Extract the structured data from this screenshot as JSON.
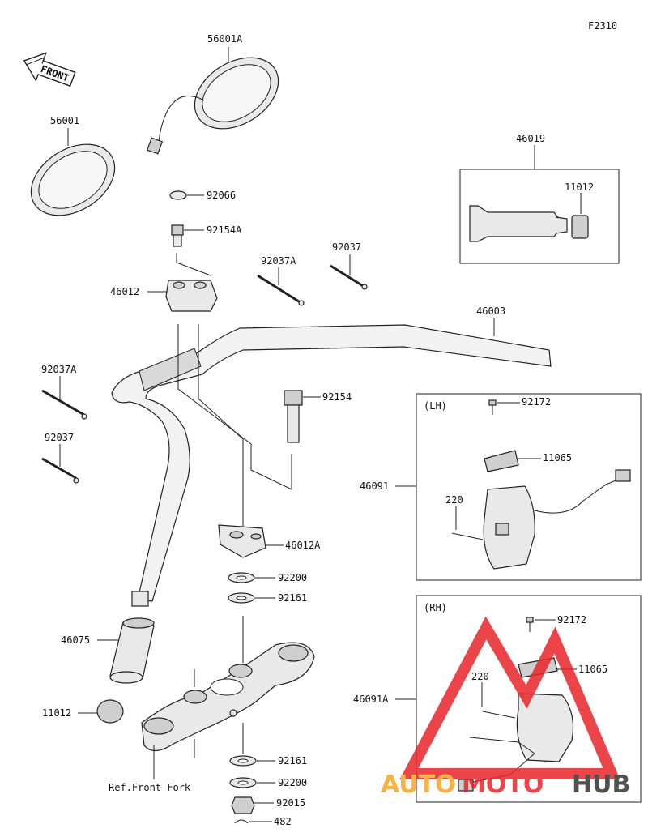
{
  "figure_code": "F2310",
  "front_label": "FRONT",
  "parts": {
    "mirror_left": "56001A",
    "mirror_right": "56001",
    "cap": "92066",
    "bolt_upper": "92154A",
    "holder_upper": "46012",
    "pin_a_upper": "92037A",
    "pin_upper": "92037",
    "handlebar": "46003",
    "pin_a_left": "92037A",
    "pin_left": "92037",
    "bolt_long": "92154",
    "holder_lower": "46012A",
    "washer_upper": "92200",
    "collar_upper": "92161",
    "grip": "46075",
    "grip_end": "11012",
    "collar_lower": "92161",
    "washer_lower": "92200",
    "nut": "92015",
    "clip": "482",
    "ref_front_fork": "Ref.Front Fork"
  },
  "kit_box": {
    "assembly": "46019",
    "end_cap": "11012"
  },
  "lh_box": {
    "side": "(LH)",
    "screw": "92172",
    "cover": "11065",
    "switch": "46091",
    "bolt": "220"
  },
  "rh_box": {
    "side": "(RH)",
    "screw": "92172",
    "cover": "11065",
    "switch": "46091A",
    "bolt": "220"
  },
  "watermark": {
    "part1": "AUTO",
    "part2": "MOTO",
    "part3": "HUB",
    "color_red": "#e8242a",
    "color_orange": "#f5a623",
    "color_dark": "#333333"
  }
}
